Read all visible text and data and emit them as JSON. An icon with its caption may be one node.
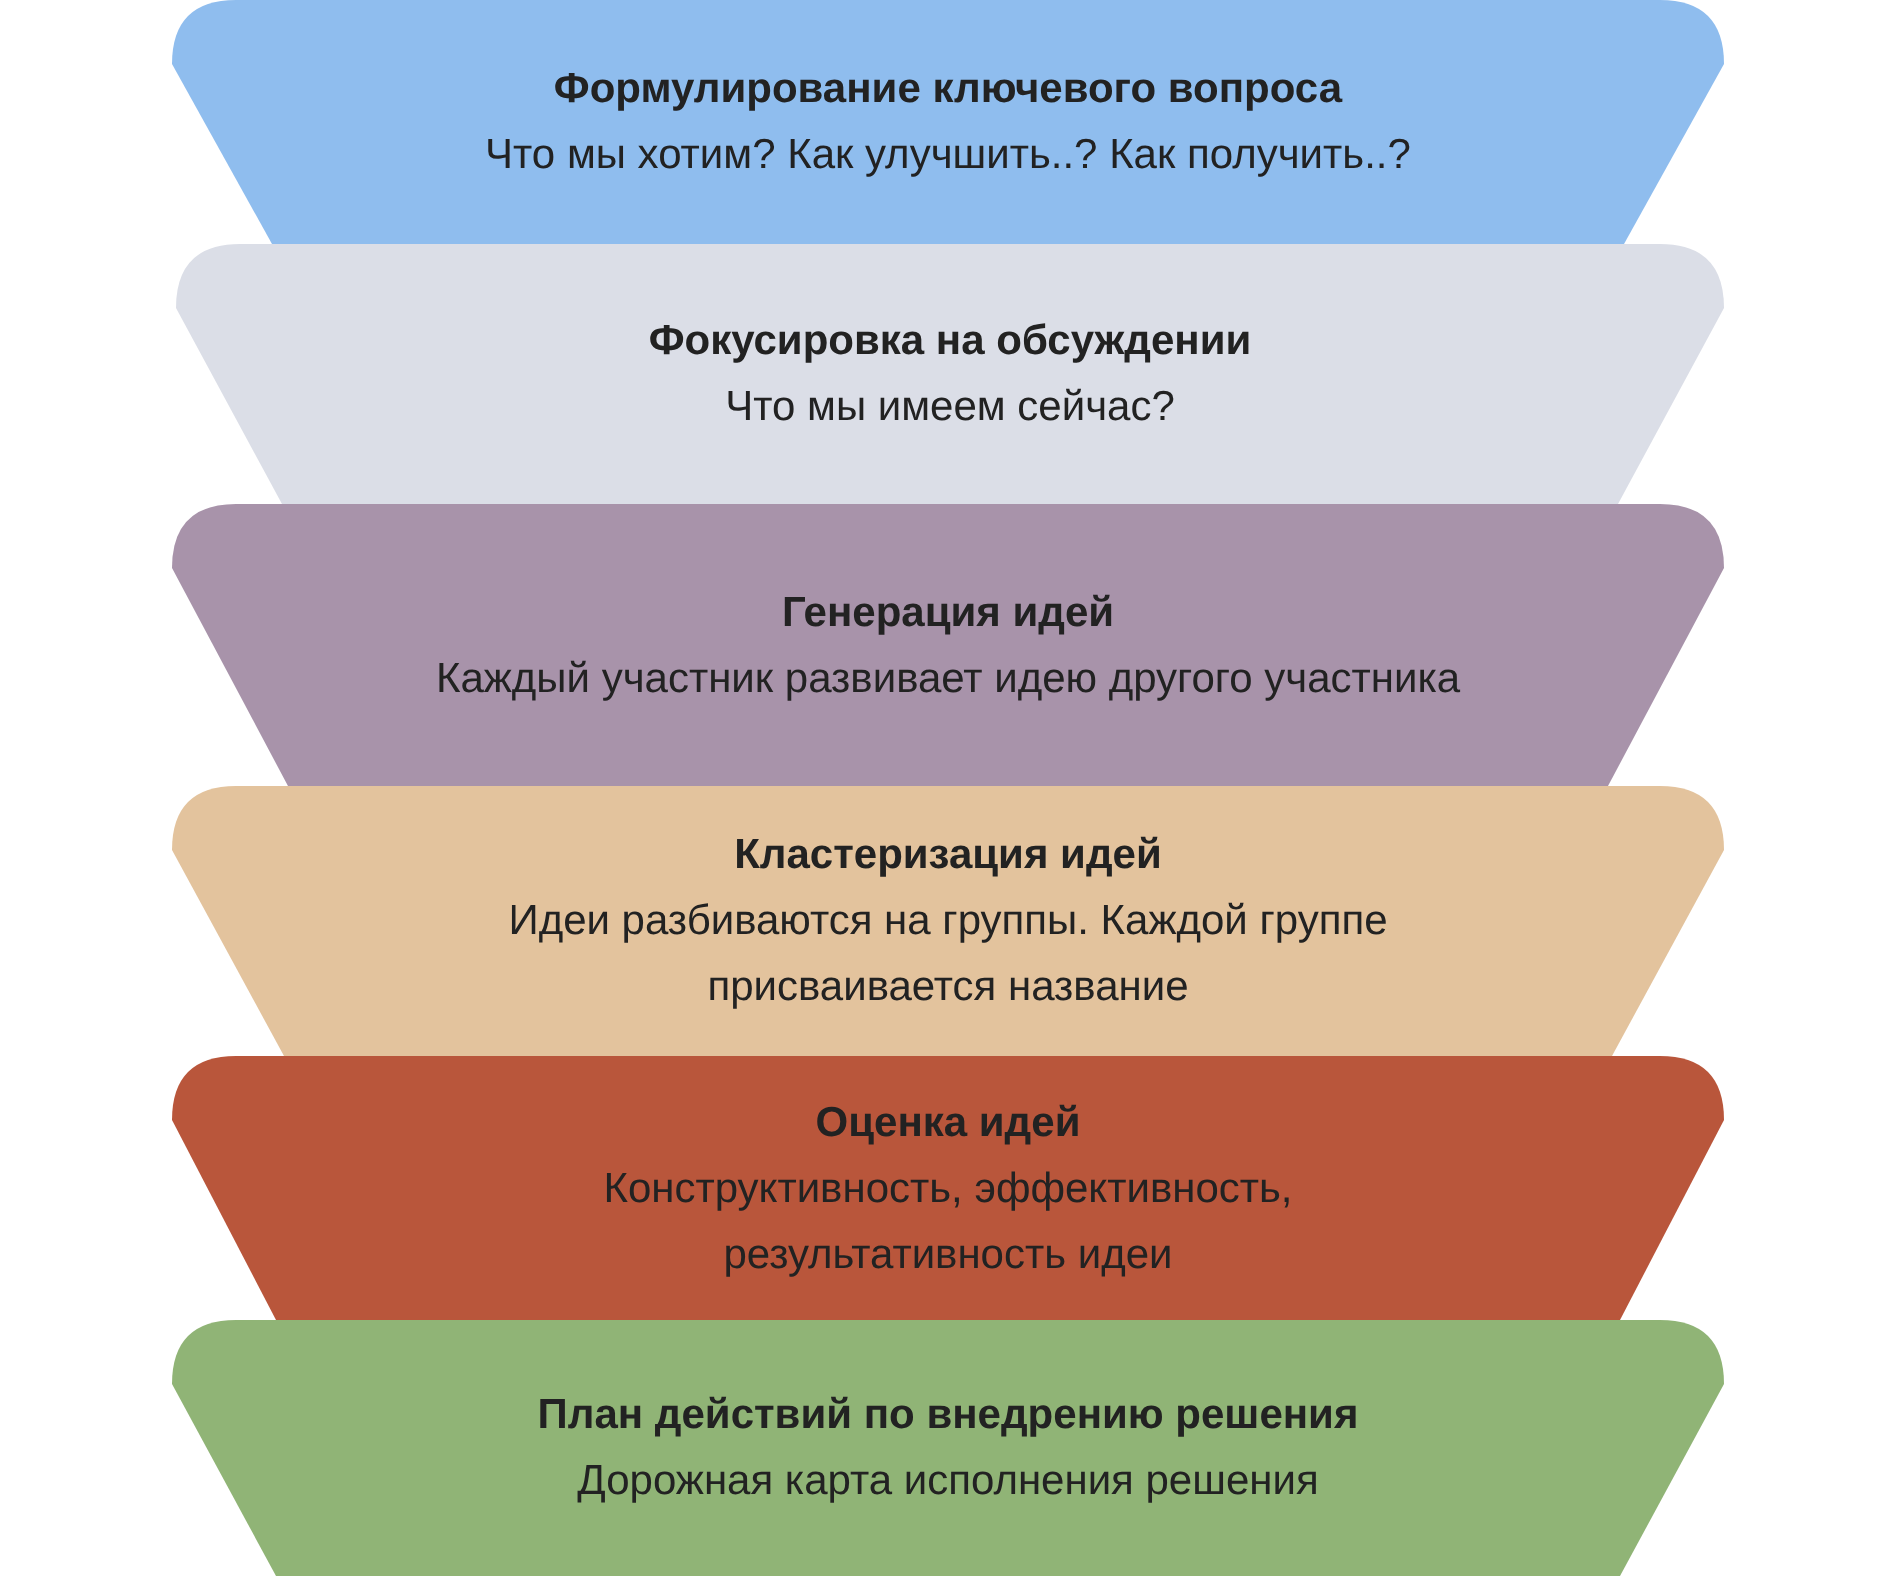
{
  "diagram": {
    "nodes": [
      {
        "text": [
          "Формулирование ключевого вопроса",
          "Что мы хотим? Как улучшить..? Как получить..?"
        ]
      },
      {
        "text": [
          "Фокусировка на обсуждении",
          "Что мы имеем сейчас?"
        ]
      },
      {
        "text": [
          "Генерация идей",
          "Каждый участник развивает идею другого участника"
        ]
      },
      {
        "text": [
          "Кластеризация идей",
          "Идеи разбиваются на группы. Каждой группе присваивается название"
        ]
      },
      {
        "text": [
          "Оценка идей",
          "Конструктивность, эффективность, результативность идеи"
        ]
      },
      {
        "text": [
          "План действий по внедрению решения",
          "Дорожная карта исполнения решения"
        ]
      }
    ]
  }
}
